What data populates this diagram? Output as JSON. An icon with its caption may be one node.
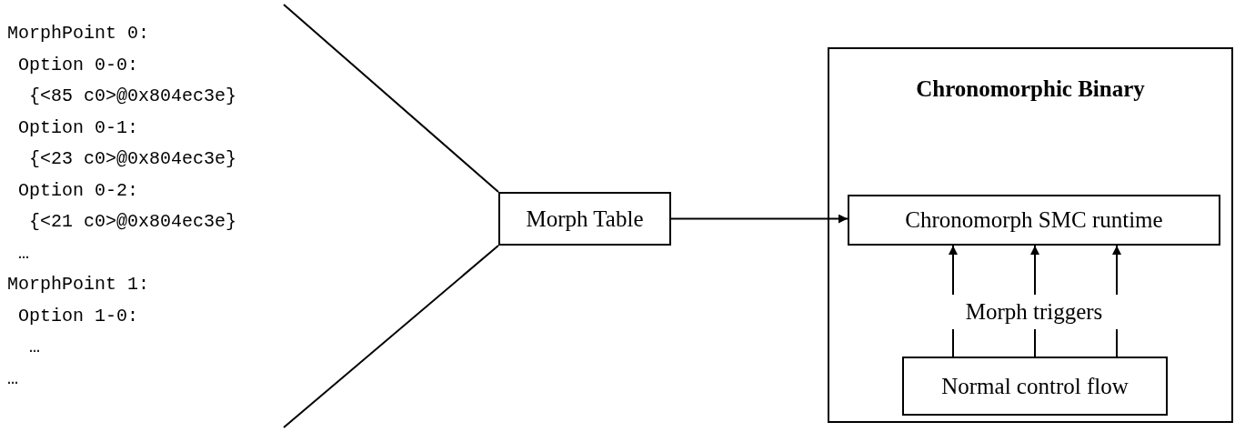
{
  "diagram": {
    "nodes": [
      {
        "text": [
          "MorphPoint 0:",
          " Option 0-0:",
          "  {<85 c0>@0x804ec3e}",
          " Option 0-1:",
          "  {<23 c0>@0x804ec3e}",
          " Option 0-2:",
          "  {<21 c0>@0x804ec3e}",
          " …",
          "MorphPoint 1:",
          " Option 1-0:",
          "  …",
          "…"
        ]
      },
      {
        "text": [
          "Morph Table"
        ]
      },
      {
        "text": [
          "Chronomorphic Binary"
        ]
      },
      {
        "text": [
          "Chronomorph SMC runtime"
        ],
        "in": 2
      },
      {
        "text": [
          "Morph triggers"
        ],
        "in": 2
      },
      {
        "text": [
          "Normal control flow"
        ],
        "in": 2
      }
    ],
    "edges": [
      {
        "from": 1,
        "to": 0,
        "arrow": "none"
      },
      {
        "from": 1,
        "to": 0,
        "arrow": "none"
      },
      {
        "from": 1,
        "to": 3,
        "arrow": "to"
      },
      {
        "from": 5,
        "to": 4,
        "arrow": "none"
      },
      {
        "from": 5,
        "to": 4,
        "arrow": "none"
      },
      {
        "from": 5,
        "to": 4,
        "arrow": "none"
      },
      {
        "from": 4,
        "to": 3,
        "arrow": "to"
      },
      {
        "from": 4,
        "to": 3,
        "arrow": "to"
      },
      {
        "from": 4,
        "to": 3,
        "arrow": "to"
      }
    ]
  }
}
